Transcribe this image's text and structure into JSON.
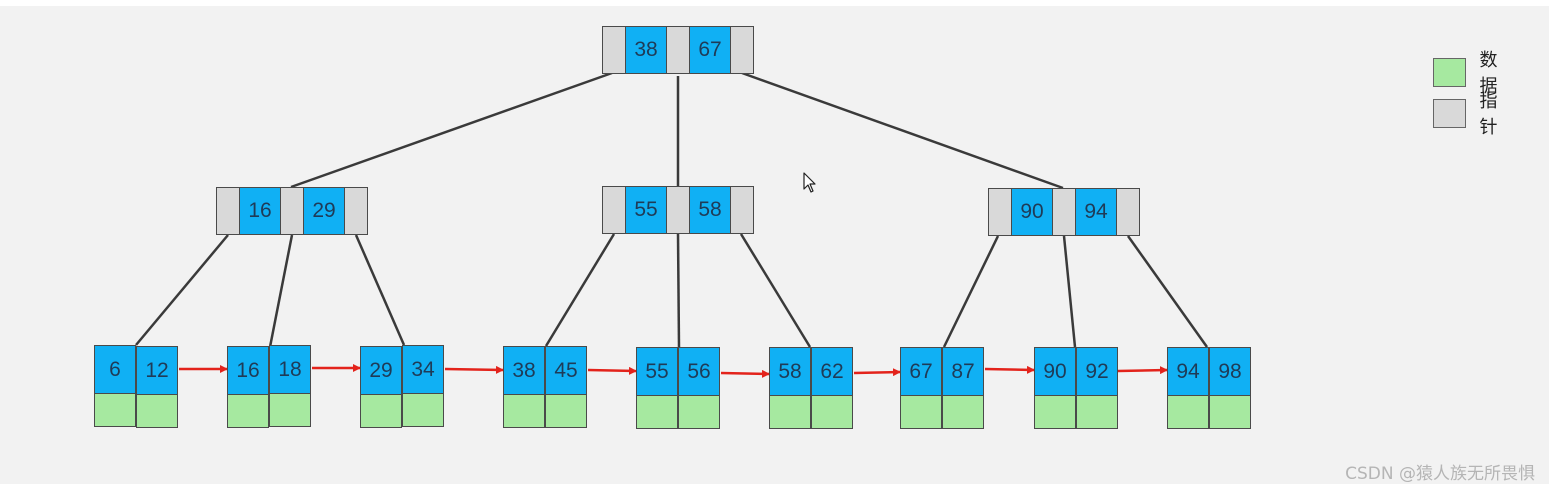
{
  "colors": {
    "key": "#10b0f4",
    "data": "#a6e9a0",
    "pointer": "#d9d9d9",
    "edge": "#3a3a3a",
    "leaf_link": "#e3231b",
    "background": "#f2f2f2"
  },
  "tree": {
    "root": {
      "keys": [
        "38",
        "67"
      ]
    },
    "internal": [
      {
        "keys": [
          "16",
          "29"
        ]
      },
      {
        "keys": [
          "55",
          "58"
        ]
      },
      {
        "keys": [
          "90",
          "94"
        ]
      }
    ],
    "leaves": [
      {
        "keys": [
          "6",
          "12"
        ]
      },
      {
        "keys": [
          "16",
          "18"
        ]
      },
      {
        "keys": [
          "29",
          "34"
        ]
      },
      {
        "keys": [
          "38",
          "45"
        ]
      },
      {
        "keys": [
          "55",
          "56"
        ]
      },
      {
        "keys": [
          "58",
          "62"
        ]
      },
      {
        "keys": [
          "67",
          "87"
        ]
      },
      {
        "keys": [
          "90",
          "92"
        ]
      },
      {
        "keys": [
          "94",
          "98"
        ]
      }
    ]
  },
  "legend": {
    "data_label": "数据",
    "pointer_label": "指针"
  },
  "watermark": "CSDN @猿人族无所畏惧",
  "cursor_icon": "mouse-pointer-icon"
}
